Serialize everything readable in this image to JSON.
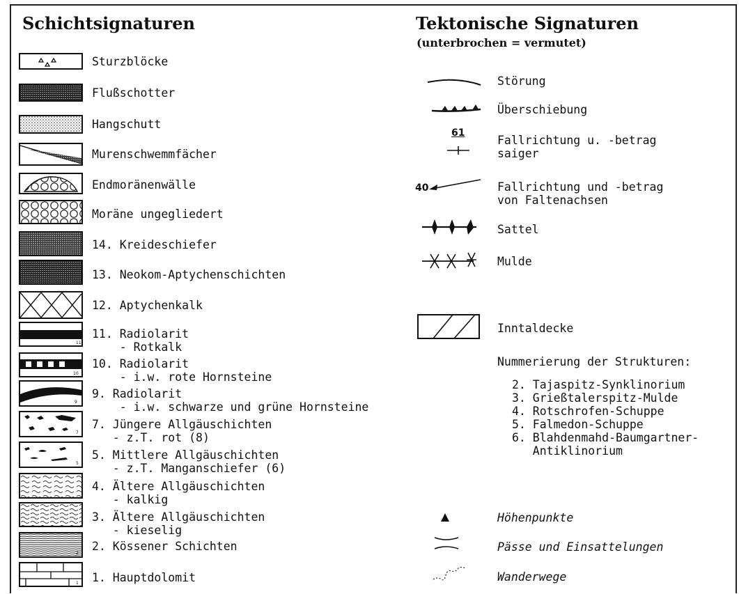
{
  "left_heading": "Schichtsignaturen",
  "right_heading": "Tektonische Signaturen",
  "right_subheading": "(unterbrochen = vermutet)",
  "strata": [
    {
      "label": "Sturzblöcke",
      "icon": "boulders-icon"
    },
    {
      "label": "Flußschotter",
      "icon": "river-gravel-icon"
    },
    {
      "label": "Hangschutt",
      "icon": "scree-icon"
    },
    {
      "label": "Murenschwemmfächer",
      "icon": "debris-fan-icon"
    },
    {
      "label": "Endmoränenwälle",
      "icon": "end-moraine-icon"
    },
    {
      "label": "Moräne ungegliedert",
      "icon": "moraine-icon"
    },
    {
      "label": "14. Kreideschiefer",
      "icon": "cretaceous-shale-icon"
    },
    {
      "label": "13. Neokom-Aptychenschichten",
      "icon": "neocomian-icon"
    },
    {
      "label": "12. Aptychenkalk",
      "icon": "crosshatch-icon"
    },
    {
      "label": "11. Radiolarit\n    - Rotkalk",
      "icon": "radiolarite-red-icon"
    },
    {
      "label": "10. Radiolarit\n    - i.w. rote Hornsteine",
      "icon": "radiolarite-chert-icon"
    },
    {
      "label": "9. Radiolarit\n    - i.w. schwarze und grüne Hornsteine",
      "icon": "radiolarite-black-icon"
    },
    {
      "label": "7. Jüngere Allgäuschichten\n   - z.T. rot (8)",
      "icon": "younger-allgau-icon"
    },
    {
      "label": "5. Mittlere Allgäuschichten\n   - z.T. Manganschiefer (6)",
      "icon": "middle-allgau-icon"
    },
    {
      "label": "4. Ältere Allgäuschichten\n   - kalkig",
      "icon": "wavy-lines-icon"
    },
    {
      "label": "3. Ältere Allgäuschichten\n   - kieselig",
      "icon": "wavy-lines-dense-icon"
    },
    {
      "label": "2. Kössener Schichten",
      "icon": "kossen-icon"
    },
    {
      "label": "1. Hauptdolomit",
      "icon": "brick-icon"
    }
  ],
  "tectonics": [
    {
      "label": "Störung",
      "icon": "fault-icon"
    },
    {
      "label": "Überschiebung",
      "icon": "thrust-icon"
    },
    {
      "label": "Fallrichtung u. -betrag\nsaiger",
      "icon": "dip-icon",
      "dip_value": "61"
    },
    {
      "label": "Fallrichtung und -betrag\nvon Faltenachsen",
      "icon": "fold-axis-icon",
      "dip_value": "40"
    },
    {
      "label": "Sattel",
      "icon": "anticline-icon"
    },
    {
      "label": "Mulde",
      "icon": "syncline-icon"
    },
    {
      "label": "Inntaldecke",
      "icon": "nappe-icon"
    }
  ],
  "structures_heading": "Nummerierung der Strukturen:",
  "structures": [
    "2. Tajaspitz-Synklinorium",
    "3. Grießtalerspitz-Mulde",
    "4. Rotschrofen-Schuppe",
    "5. Falmedon-Schuppe",
    "6. Blahdenmahd-Baumgartner-\n   Antiklinorium"
  ],
  "other": [
    {
      "label": "Höhenpunkte",
      "icon": "triangle-icon"
    },
    {
      "label": "Pässe und Einsattelungen",
      "icon": "pass-icon"
    },
    {
      "label": "Wanderwege",
      "icon": "trail-icon"
    }
  ],
  "symbol_numbers": {
    "r11": "11",
    "r10": "10",
    "r9": "9",
    "r7": "7",
    "r5": "5",
    "r3": "3",
    "r2": "2",
    "r1": "1"
  }
}
